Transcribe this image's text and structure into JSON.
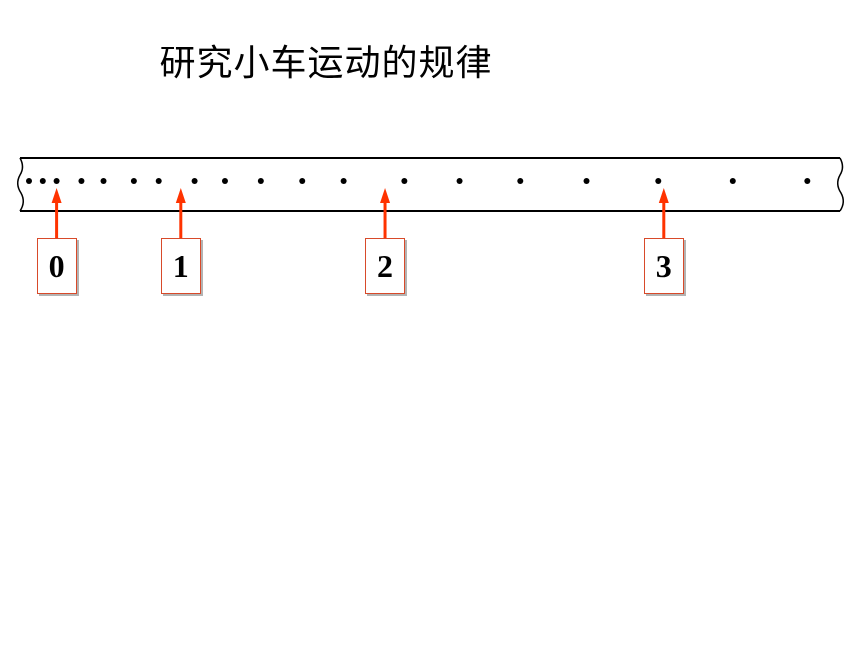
{
  "title": "研究小车运动的规律",
  "tape": {
    "dot_color": "#000000",
    "edge_color": "#000000",
    "dots": [
      {
        "position": 0.0
      },
      {
        "position": 0.5
      },
      {
        "position": 1.0
      },
      {
        "position": 1.9
      },
      {
        "position": 2.7
      },
      {
        "position": 3.8
      },
      {
        "position": 4.7
      },
      {
        "position": 6.0
      },
      {
        "position": 7.1
      },
      {
        "position": 8.4
      },
      {
        "position": 9.9
      },
      {
        "position": 11.4
      },
      {
        "position": 13.6
      },
      {
        "position": 15.6
      },
      {
        "position": 17.8
      },
      {
        "position": 20.2
      },
      {
        "position": 22.8
      },
      {
        "position": 25.5
      },
      {
        "position": 28.2
      }
    ]
  },
  "counting_marks": [
    {
      "label": "0",
      "position": 1.0
    },
    {
      "label": "1",
      "position": 5.5
    },
    {
      "label": "2",
      "position": 12.9
    },
    {
      "label": "3",
      "position": 23.0
    }
  ],
  "arrow_color": "#ff3300"
}
